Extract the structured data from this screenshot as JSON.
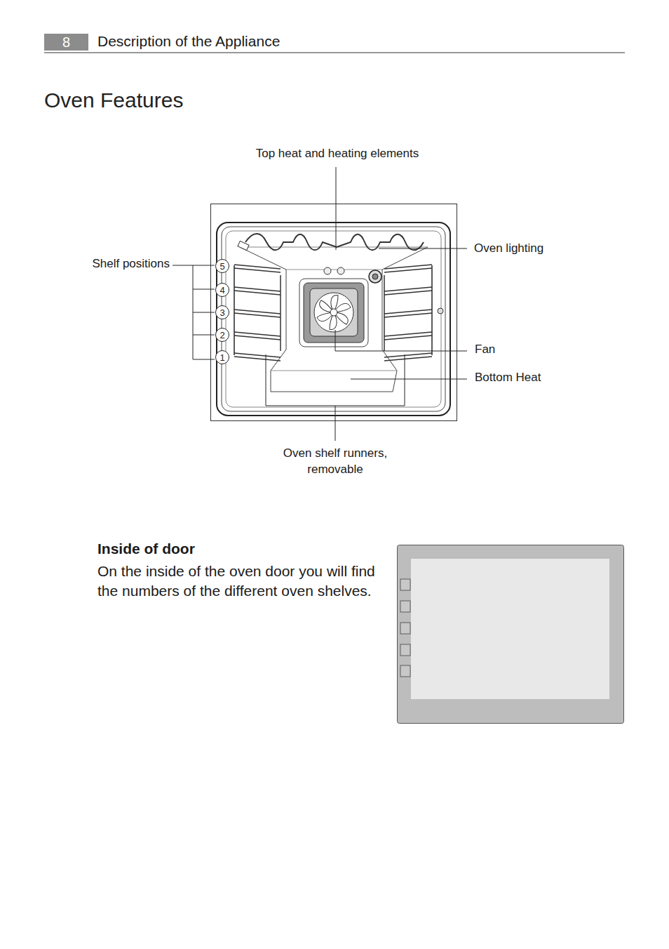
{
  "diagram": {
    "title": "Oven Features",
    "nodes": [
      {
        "text": [
          "8"
        ]
      },
      {
        "text": [
          "5"
        ]
      },
      {
        "text": [
          "4"
        ]
      },
      {
        "text": [
          "3"
        ]
      },
      {
        "text": [
          "2"
        ]
      },
      {
        "text": [
          "1"
        ]
      }
    ],
    "labels": [
      "Description of the Appliance",
      "Top heat and heating elements",
      "Oven lighting",
      "Shelf positions",
      "Fan",
      "Bottom Heat",
      "Oven shelf runners, removable",
      "Inside of door",
      "On the inside of the oven door you will find the numbers of the different oven shelves."
    ]
  }
}
